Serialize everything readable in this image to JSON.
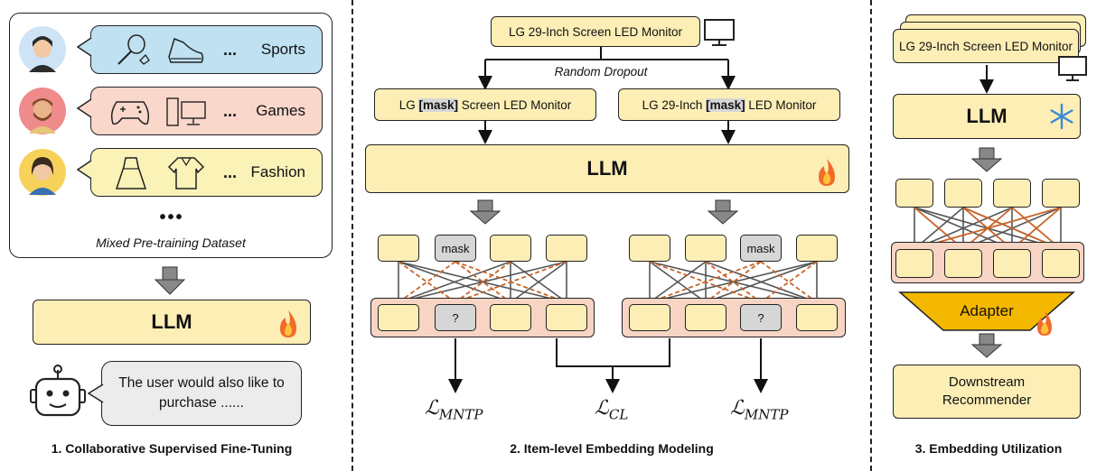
{
  "panel1": {
    "bubbles": [
      {
        "label": "Sports",
        "color": "#bfe1f2"
      },
      {
        "label": "Games",
        "color": "#f9d7cb"
      },
      {
        "label": "Fashion",
        "color": "#fbf2b8"
      }
    ],
    "ellipsis": "...",
    "more_dots": "•••",
    "dataset_label": "Mixed Pre-training Dataset",
    "llm": "LLM",
    "speech": "The user would also like to purchase ......",
    "caption": "1. Collaborative Supervised Fine-Tuning"
  },
  "panel2": {
    "top_item": "LG 29-Inch Screen LED Monitor",
    "dropout": "Random Dropout",
    "left_item_pre": "LG ",
    "left_item_mask": "[mask]",
    "left_item_post": " Screen LED Monitor",
    "right_item_pre": "LG 29-Inch ",
    "right_item_mask": "[mask]",
    "right_item_post": " LED Monitor",
    "llm": "LLM",
    "mask": "mask",
    "question": "?",
    "loss_mntp_left": "ℒ",
    "loss_mntp_sub": "MNTP",
    "loss_cl": "ℒ",
    "loss_cl_sub": "CL",
    "loss_mntp_right": "ℒ",
    "caption": "2. Item-level Embedding Modeling"
  },
  "panel3": {
    "top_item": "LG 29-Inch Screen LED Monitor",
    "llm": "LLM",
    "adapter": "Adapter",
    "downstream": "Downstream Recommender",
    "caption": "3. Embedding Utilization"
  },
  "colors": {
    "yellow": "#fdeeb5",
    "pink": "#f7d4c4",
    "orange_line": "#c8642a",
    "adapter": "#f5b800"
  }
}
